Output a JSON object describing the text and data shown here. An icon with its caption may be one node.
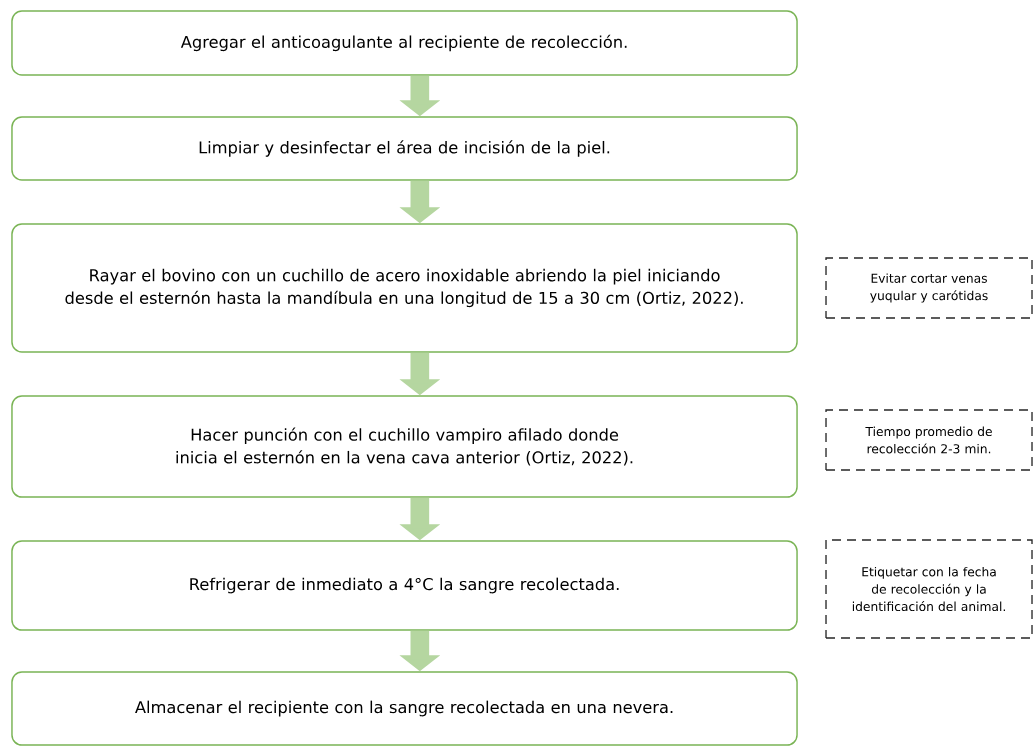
{
  "diagram": {
    "nodes": [
      {
        "text": [
          "Agregar el anticoagulante al recipiente de recolección."
        ]
      },
      {
        "text": [
          "Limpiar y desinfectar el área de incisión de la piel."
        ]
      },
      {
        "text": [
          "Rayar el bovino con un cuchillo de acero inoxidable abriendo la piel iniciando desde el esternón hasta la mandíbula en una longitud de 15 a 30 cm (Ortiz, 2022)."
        ]
      },
      {
        "text": [
          "Hacer punción con el cuchillo vampiro afilado donde inicia el esternón en la vena cava anterior (Ortiz, 2022)."
        ]
      },
      {
        "text": [
          "Refrigerar de inmediato a 4°C la sangre recolectada."
        ]
      },
      {
        "text": [
          "Almacenar el recipiente con la sangre recolectada en una nevera."
        ]
      },
      {
        "text": [
          "Evitar cortar venas yuqular y carótidas"
        ]
      },
      {
        "text": [
          "Tiempo promedio de recolección 2-3 min."
        ]
      },
      {
        "text": [
          "Etiquetar con la fecha de recolección y la identificación del animal."
        ]
      }
    ],
    "edges": [
      {
        "from": 0,
        "to": 1,
        "arrow": "to"
      },
      {
        "from": 1,
        "to": 2,
        "arrow": "to"
      },
      {
        "from": 2,
        "to": 3,
        "arrow": "to"
      },
      {
        "from": 3,
        "to": 4,
        "arrow": "to"
      },
      {
        "from": 4,
        "to": 5,
        "arrow": "to"
      }
    ]
  }
}
